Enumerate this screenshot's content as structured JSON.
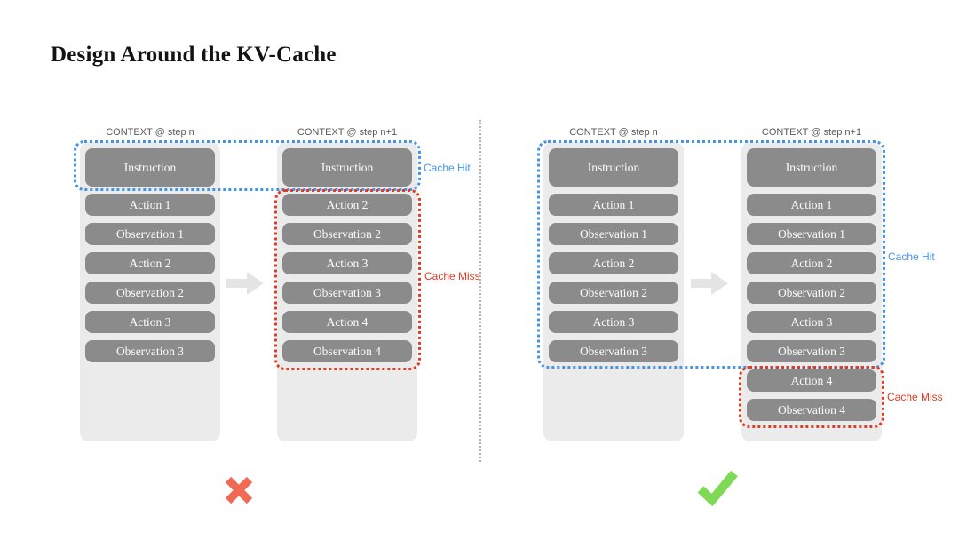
{
  "title": "Design Around the KV-Cache",
  "colors": {
    "title_text": "#131313",
    "header_text": "#595959",
    "box": "#8b8b8b",
    "container": "#ebebeb",
    "hit": "#4494e6",
    "miss": "#e23b24",
    "cross": "#ee6a55",
    "check": "#7ed957",
    "divider": "#b3b3b3"
  },
  "left_panel": {
    "verdict": "wrong",
    "col1": {
      "header": "CONTEXT @ step n",
      "boxes": [
        "Instruction",
        "Action 1",
        "Observation 1",
        "Action 2",
        "Observation 2",
        "Action 3",
        "Observation 3"
      ]
    },
    "col2": {
      "header": "CONTEXT @ step n+1",
      "boxes": [
        "Instruction",
        "Action 2",
        "Observation 2",
        "Action 3",
        "Observation 3",
        "Action 4",
        "Observation 4"
      ]
    },
    "cache_hit": "Cache Hit",
    "cache_miss": "Cache Miss"
  },
  "right_panel": {
    "verdict": "correct",
    "col1": {
      "header": "CONTEXT @ step n",
      "boxes": [
        "Instruction",
        "Action 1",
        "Observation 1",
        "Action 2",
        "Observation 2",
        "Action 3",
        "Observation 3"
      ]
    },
    "col2": {
      "header": "CONTEXT @ step n+1",
      "boxes": [
        "Instruction",
        "Action 1",
        "Observation 1",
        "Action 2",
        "Observation 2",
        "Action 3",
        "Observation 3",
        "Action 4",
        "Observation 4"
      ]
    },
    "cache_hit": "Cache Hit",
    "cache_miss": "Cache Miss"
  }
}
